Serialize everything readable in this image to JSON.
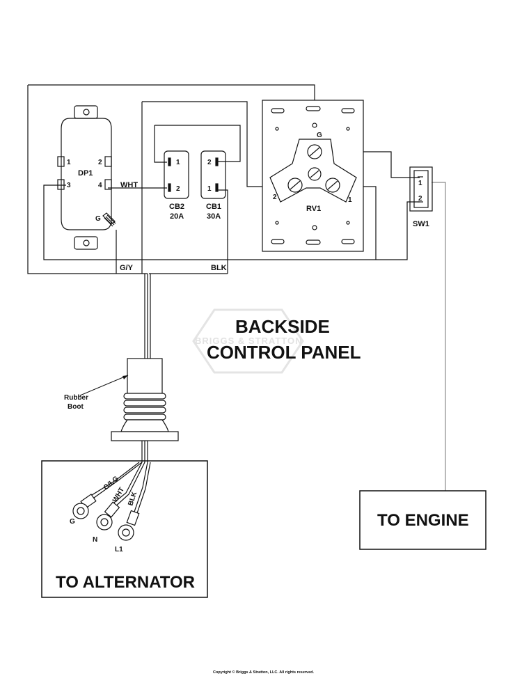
{
  "title_line1": "BACKSIDE",
  "title_line2": "CONTROL PANEL",
  "watermark": "BRIGGS & STRATTON",
  "boxes": {
    "alternator": "TO ALTERNATOR",
    "engine": "TO ENGINE"
  },
  "components": {
    "dp1": {
      "name": "DP1",
      "pins": [
        "1",
        "2",
        "3",
        "4"
      ],
      "ground": "G"
    },
    "cb2": {
      "name": "CB2",
      "rating": "20A",
      "pins": [
        "1",
        "2"
      ]
    },
    "cb1": {
      "name": "CB1",
      "rating": "30A",
      "pins": [
        "2",
        "1"
      ]
    },
    "rv1": {
      "name": "RV1",
      "pins": [
        "G",
        "2",
        "1"
      ]
    },
    "sw1": {
      "name": "SW1",
      "pins": [
        "1",
        "2"
      ]
    }
  },
  "wire_labels": {
    "wht": "WHT",
    "gy": "G/Y",
    "blk": "BLK"
  },
  "boot_label_line1": "Rubber",
  "boot_label_line2": "Boot",
  "leads": {
    "glg": "G/LG",
    "wht": "WHT",
    "blk": "BLK"
  },
  "terminals": {
    "g": "G",
    "n": "N",
    "l1": "L1"
  },
  "copyright": "Copyright © Briggs & Stratton, LLC. All rights reserved.",
  "colors": {
    "line": "#111111",
    "engine_wire": "#8a8a8a",
    "watermark": "#e2e2e2"
  }
}
